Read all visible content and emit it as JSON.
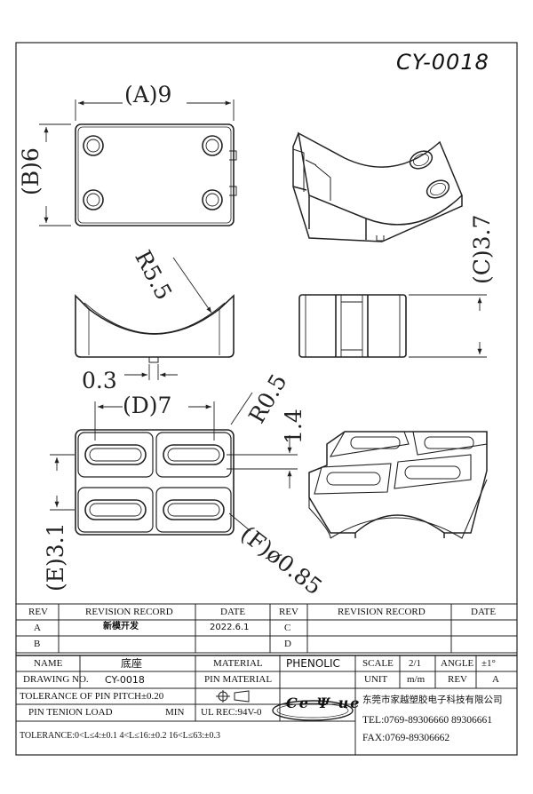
{
  "drawing": {
    "code": "CY-0018",
    "dims": {
      "a": "(A)9",
      "b": "(B)6",
      "c": "(C)3.7",
      "radius": "R5.5",
      "gap": "0.3",
      "d": "(D)7",
      "r_small": "R0.5",
      "pitch_v": "1.4",
      "e": "(E)3.1",
      "f": "(F)ø0.85"
    }
  },
  "revision_table": {
    "headers": {
      "rev": "REV",
      "record": "REVISION RECORD",
      "date": "DATE"
    },
    "rows": [
      {
        "rev_left": "A",
        "record_left": "新模开发",
        "date_left": "2022.6.1",
        "rev_right": "C",
        "record_right": "",
        "date_right": ""
      },
      {
        "rev_left": "B",
        "record_left": "",
        "date_left": "",
        "rev_right": "D",
        "record_right": "",
        "date_right": ""
      }
    ]
  },
  "title_block": {
    "name_label": "NAME",
    "name_value": "底座",
    "material_label": "MATERIAL",
    "material_value": "PHENOLIC",
    "scale_label": "SCALE",
    "scale_value": "2/1",
    "angle_label": "ANGLE",
    "angle_value": "±1°",
    "drawing_no_label": "DRAWING NO.",
    "drawing_no_value": "CY-0018",
    "pin_material_label": "PIN MATERIAL",
    "unit_label": "UNIT",
    "unit_value": "m/m",
    "rev_label": "REV",
    "rev_value": "A",
    "tolerance_pin_pitch": "TOLERANCE OF PIN PITCH±0.20",
    "pin_tension_label": "PIN TENION LOAD",
    "pin_tension_value": "MIN",
    "ul_rec": "UL REC:94V-0",
    "tolerance_general": "TOLERANCE:0<L≤4:±0.1  4<L≤16:±0.2  16<L≤63:±0.3"
  },
  "company": {
    "logo_text": "Ce Ψ ue",
    "name": "东莞市家越塑胶电子科技有限公司",
    "tel": "TEL:0769-89306660 89306661",
    "fax": "FAX:0769-89306662"
  }
}
